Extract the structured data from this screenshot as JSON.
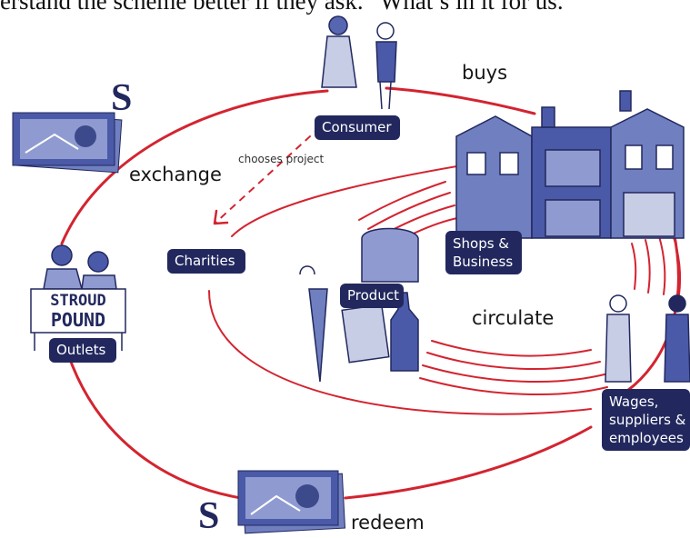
{
  "intro_text": "erstand the scheme better if they ask.” What’s in it for us.",
  "labels": {
    "buys": "buys",
    "exchange": "exchange",
    "chooses_project": "chooses project",
    "circulate": "circulate",
    "redeem": "redeem"
  },
  "badges": {
    "consumer": "Consumer",
    "charities": "Charities",
    "shops": "Shops & Business",
    "product": "Product",
    "outlets": "Outlets",
    "wages": "Wages, suppliers & employees"
  },
  "sign_text": {
    "stroud": "STROUD",
    "pound": "POUND"
  },
  "currency_symbol": "S",
  "colors": {
    "flow_red": "#d32430",
    "badge_navy": "#22285e",
    "illustration_blue": "#4a5aa8"
  }
}
